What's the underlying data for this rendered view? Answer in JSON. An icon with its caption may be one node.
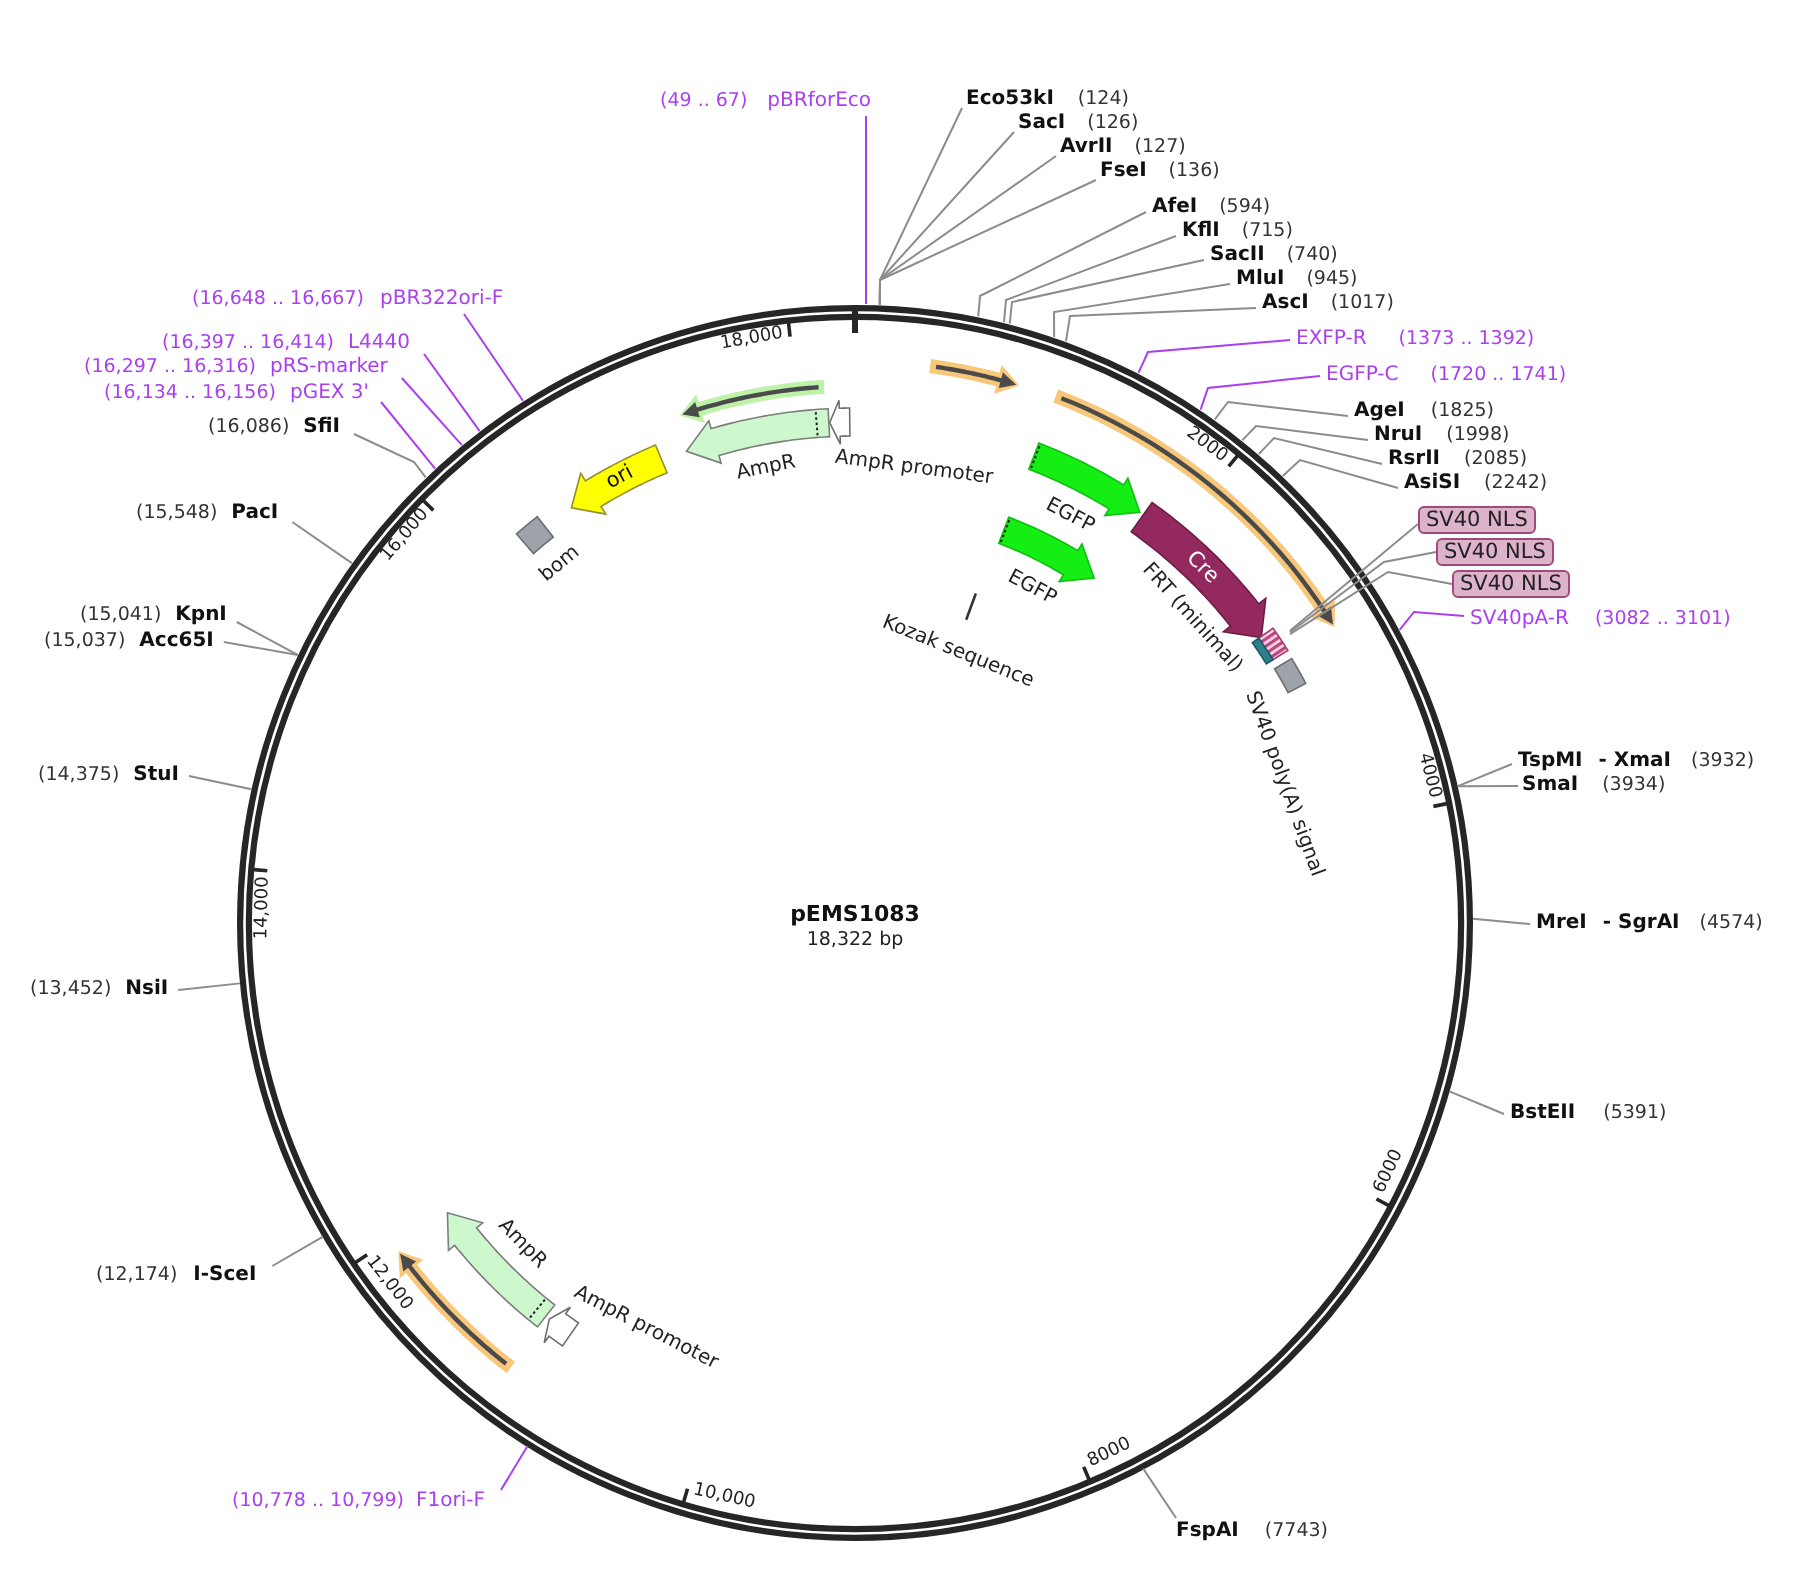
{
  "diagram": {
    "nodes": [
      {
        "text": [
          "pEMS1083",
          "18,322 bp"
        ]
      },
      {
        "text": [],
        "shape": "arrow",
        "in": 0,
        "beside": [
          "AmpR promoter"
        ]
      },
      {
        "text": [],
        "shape": "arrow",
        "in": 0,
        "beside": [
          "AmpR"
        ]
      },
      {
        "text": [
          "ori"
        ],
        "in": 0
      },
      {
        "text": [],
        "shape": "box",
        "in": 0,
        "beside": [
          "bom"
        ]
      },
      {
        "text": [],
        "shape": "arrow",
        "in": 0,
        "beside": [
          "EGFP"
        ]
      },
      {
        "text": [
          "Cre"
        ],
        "in": 0
      },
      {
        "text": [],
        "shape": "box",
        "in": 0
      },
      {
        "text": [],
        "shape": "box",
        "in": 0,
        "beside": [
          "FRT (minimal)"
        ]
      },
      {
        "text": [],
        "shape": "arrow",
        "in": 0,
        "beside": [
          "EGFP"
        ]
      },
      {
        "text": [],
        "shape": "line",
        "in": 0,
        "beside": [
          "Kozak sequence"
        ]
      },
      {
        "text": [],
        "shape": "box",
        "in": 0,
        "beside": [
          "SV40 poly(A) signal"
        ]
      },
      {
        "text": [],
        "shape": "arrow",
        "in": 0,
        "beside": [
          "AmpR"
        ]
      },
      {
        "text": [],
        "shape": "arrow",
        "in": 0,
        "beside": [
          "AmpR promoter"
        ]
      },
      {
        "text": [
          "(49 .. 67)",
          "pBRforEco"
        ]
      },
      {
        "text": [
          "Eco53kI",
          "(124)"
        ]
      },
      {
        "text": [
          "SacI",
          "(126)"
        ]
      },
      {
        "text": [
          "AvrII",
          "(127)"
        ]
      },
      {
        "text": [
          "FseI",
          "(136)"
        ]
      },
      {
        "text": [
          "AfeI",
          "(594)"
        ]
      },
      {
        "text": [
          "KflI",
          "(715)"
        ]
      },
      {
        "text": [
          "SacII",
          "(740)"
        ]
      },
      {
        "text": [
          "MluI",
          "(945)"
        ]
      },
      {
        "text": [
          "AscI",
          "(1017)"
        ]
      },
      {
        "text": [
          "EXFP-R",
          "(1373 .. 1392)"
        ]
      },
      {
        "text": [
          "EGFP-C",
          "(1720 .. 1741)"
        ]
      },
      {
        "text": [
          "AgeI",
          "(1825)"
        ]
      },
      {
        "text": [
          "NruI",
          "(1998)"
        ]
      },
      {
        "text": [
          "RsrII",
          "(2085)"
        ]
      },
      {
        "text": [
          "AsiSI",
          "(2242)"
        ]
      },
      {
        "text": [
          "SV40 NLS"
        ]
      },
      {
        "text": [
          "SV40 NLS"
        ]
      },
      {
        "text": [
          "SV40 NLS"
        ]
      },
      {
        "text": [
          "SV40pA-R",
          "(3082 .. 3101)"
        ]
      },
      {
        "text": [
          "TspMI",
          "- XmaI",
          "(3932)"
        ]
      },
      {
        "text": [
          "SmaI",
          "(3934)"
        ]
      },
      {
        "text": [
          "MreI",
          "- SgrAI",
          "(4574)"
        ]
      },
      {
        "text": [
          "BstEII",
          "(5391)"
        ]
      },
      {
        "text": [
          "FspAI",
          "(7743)"
        ]
      },
      {
        "text": [
          "(10,778 .. 10,799)",
          "F1ori-F"
        ]
      },
      {
        "text": [
          "(12,174)",
          "I-SceI"
        ]
      },
      {
        "text": [
          "(13,452)",
          "NsiI"
        ]
      },
      {
        "text": [
          "(14,375)",
          "StuI"
        ]
      },
      {
        "text": [
          "(15,037)",
          "Acc65I"
        ]
      },
      {
        "text": [
          "(15,041)",
          "KpnI"
        ]
      },
      {
        "text": [
          "(15,548)",
          "PacI"
        ]
      },
      {
        "text": [
          "(16,086)",
          "SfiI"
        ]
      },
      {
        "text": [
          "(16,134 .. 16,156)",
          "pGEX 3'"
        ]
      },
      {
        "text": [
          "(16,297 .. 16,316)",
          "pRS-marker"
        ]
      },
      {
        "text": [
          "(16,397 .. 16,414)",
          "L4440"
        ]
      },
      {
        "text": [
          "(16,648 .. 16,667)",
          "pBR322ori-F"
        ]
      },
      {
        "text": [],
        "shape": "arrow",
        "in": 0
      },
      {
        "text": [],
        "shape": "arrow",
        "in": 0
      },
      {
        "text": [],
        "shape": "arrow",
        "in": 0
      },
      {
        "text": [],
        "shape": "arrow",
        "in": 0
      }
    ],
    "edges": [
      {
        "from": 14,
        "to": 0,
        "arrow": "none",
        "color": "#a93ff0"
      },
      {
        "from": 15,
        "to": 0,
        "arrow": "none"
      },
      {
        "from": 16,
        "to": 0,
        "arrow": "none"
      },
      {
        "from": 17,
        "to": 0,
        "arrow": "none"
      },
      {
        "from": 18,
        "to": 0,
        "arrow": "none"
      },
      {
        "from": 19,
        "to": 0,
        "arrow": "none"
      },
      {
        "from": 20,
        "to": 0,
        "arrow": "none"
      },
      {
        "from": 21,
        "to": 0,
        "arrow": "none"
      },
      {
        "from": 22,
        "to": 0,
        "arrow": "none"
      },
      {
        "from": 23,
        "to": 0,
        "arrow": "none"
      },
      {
        "from": 24,
        "to": 0,
        "arrow": "none",
        "color": "#a93ff0"
      },
      {
        "from": 25,
        "to": 0,
        "arrow": "none",
        "color": "#a93ff0"
      },
      {
        "from": 26,
        "to": 0,
        "arrow": "none"
      },
      {
        "from": 27,
        "to": 0,
        "arrow": "none"
      },
      {
        "from": 28,
        "to": 0,
        "arrow": "none"
      },
      {
        "from": 29,
        "to": 0,
        "arrow": "none"
      },
      {
        "from": 30,
        "to": 7,
        "arrow": "none"
      },
      {
        "from": 31,
        "to": 7,
        "arrow": "none"
      },
      {
        "from": 32,
        "to": 7,
        "arrow": "none"
      },
      {
        "from": 33,
        "to": 0,
        "arrow": "none",
        "color": "#a93ff0"
      },
      {
        "from": 34,
        "to": 0,
        "arrow": "none"
      },
      {
        "from": 35,
        "to": 0,
        "arrow": "none"
      },
      {
        "from": 36,
        "to": 0,
        "arrow": "none"
      },
      {
        "from": 37,
        "to": 0,
        "arrow": "none"
      },
      {
        "from": 38,
        "to": 0,
        "arrow": "none"
      },
      {
        "from": 39,
        "to": 0,
        "arrow": "none",
        "color": "#a93ff0"
      },
      {
        "from": 40,
        "to": 0,
        "arrow": "none"
      },
      {
        "from": 41,
        "to": 0,
        "arrow": "none"
      },
      {
        "from": 42,
        "to": 0,
        "arrow": "none"
      },
      {
        "from": 43,
        "to": 0,
        "arrow": "none"
      },
      {
        "from": 44,
        "to": 0,
        "arrow": "none"
      },
      {
        "from": 45,
        "to": 0,
        "arrow": "none"
      },
      {
        "from": 46,
        "to": 0,
        "arrow": "none"
      },
      {
        "from": 47,
        "to": 0,
        "arrow": "none",
        "color": "#a93ff0"
      },
      {
        "from": 48,
        "to": 0,
        "arrow": "none",
        "color": "#a93ff0"
      },
      {
        "from": 49,
        "to": 0,
        "arrow": "none",
        "color": "#a93ff0"
      },
      {
        "from": 50,
        "to": 0,
        "arrow": "none",
        "color": "#a93ff0"
      }
    ],
    "labels": [
      "2000",
      "4000",
      "6000",
      "8000",
      "10,000",
      "12,000",
      "14,000",
      "16,000",
      "18,000"
    ]
  }
}
